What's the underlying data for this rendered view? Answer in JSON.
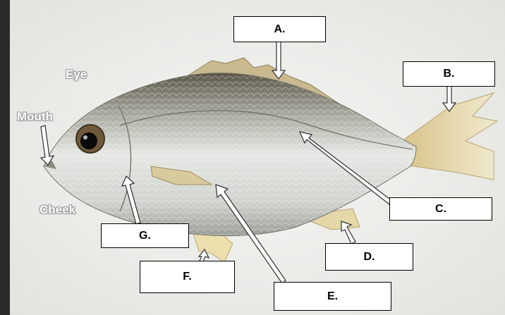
{
  "labels": {
    "a": "A.",
    "b": "B.",
    "c": "C.",
    "d": "D.",
    "e": "E.",
    "f": "F.",
    "g": "G."
  },
  "annotations": {
    "eye": "Eye",
    "mouth": "Mouth",
    "cheek": "Cheek"
  },
  "colors": {
    "background": "#f2f2f0",
    "fish_body": "#d9dcd8",
    "fins": "#e8d9a6",
    "label_border": "#000000"
  }
}
